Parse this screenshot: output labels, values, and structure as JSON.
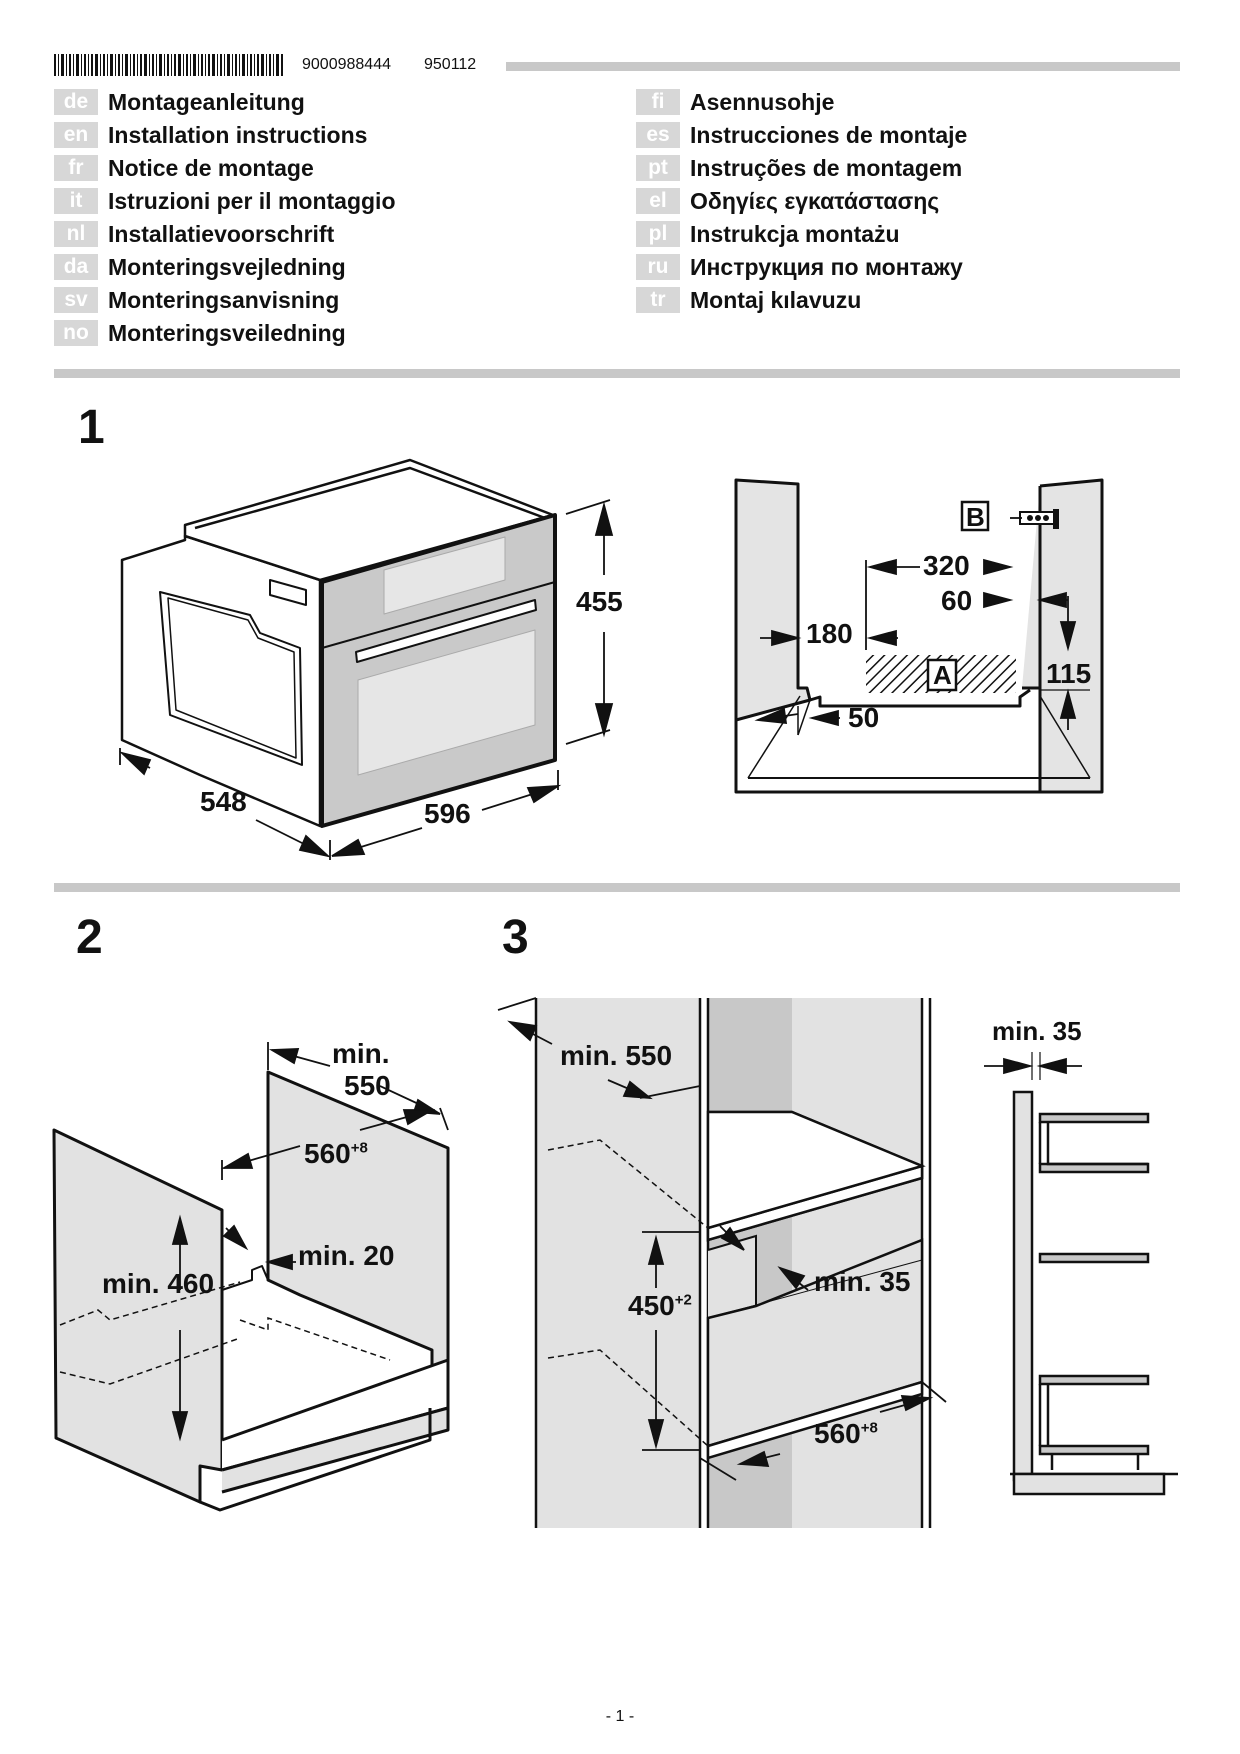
{
  "header": {
    "doc_number": "9000988444",
    "doc_version": "950112"
  },
  "languages_left": [
    {
      "code": "de",
      "title": "Montageanleitung"
    },
    {
      "code": "en",
      "title": "Installation instructions"
    },
    {
      "code": "fr",
      "title": "Notice de montage"
    },
    {
      "code": "it",
      "title": "Istruzioni per il montaggio"
    },
    {
      "code": "nl",
      "title": "Installatievoorschrift"
    },
    {
      "code": "da",
      "title": "Monteringsvejledning"
    },
    {
      "code": "sv",
      "title": "Monteringsanvisning"
    },
    {
      "code": "no",
      "title": "Monteringsveiledning"
    }
  ],
  "languages_right": [
    {
      "code": "fi",
      "title": "Asennusohje"
    },
    {
      "code": "es",
      "title": "Instrucciones de montaje"
    },
    {
      "code": "pt",
      "title": "Instruções de montagem"
    },
    {
      "code": "el",
      "title": "Οδηγίες εγκατάστασης"
    },
    {
      "code": "pl",
      "title": "Instrukcja montażu"
    },
    {
      "code": "ru",
      "title": "Инструкция по монтажу"
    },
    {
      "code": "tr",
      "title": "Montaj kılavuzu"
    }
  ],
  "figure1": {
    "number": "1",
    "oven": {
      "height": "455",
      "depth": "548",
      "width": "596"
    },
    "niche": {
      "label_a": "A",
      "label_b": "B",
      "d320": "320",
      "d60": "60",
      "d180": "180",
      "d115": "115",
      "d50": "50"
    }
  },
  "figure2": {
    "number": "2",
    "depth_min": "min.",
    "depth_val": "550",
    "width_val": "560",
    "width_tol": "+8",
    "gap": "min. 20",
    "height": "min. 460"
  },
  "figure3": {
    "number": "3",
    "depth": "min. 550",
    "height_val": "450",
    "height_tol": "+2",
    "vent": "min. 35",
    "width_val": "560",
    "width_tol": "+8",
    "side_gap": "min. 35"
  },
  "footer": {
    "page": "- 1 -"
  }
}
